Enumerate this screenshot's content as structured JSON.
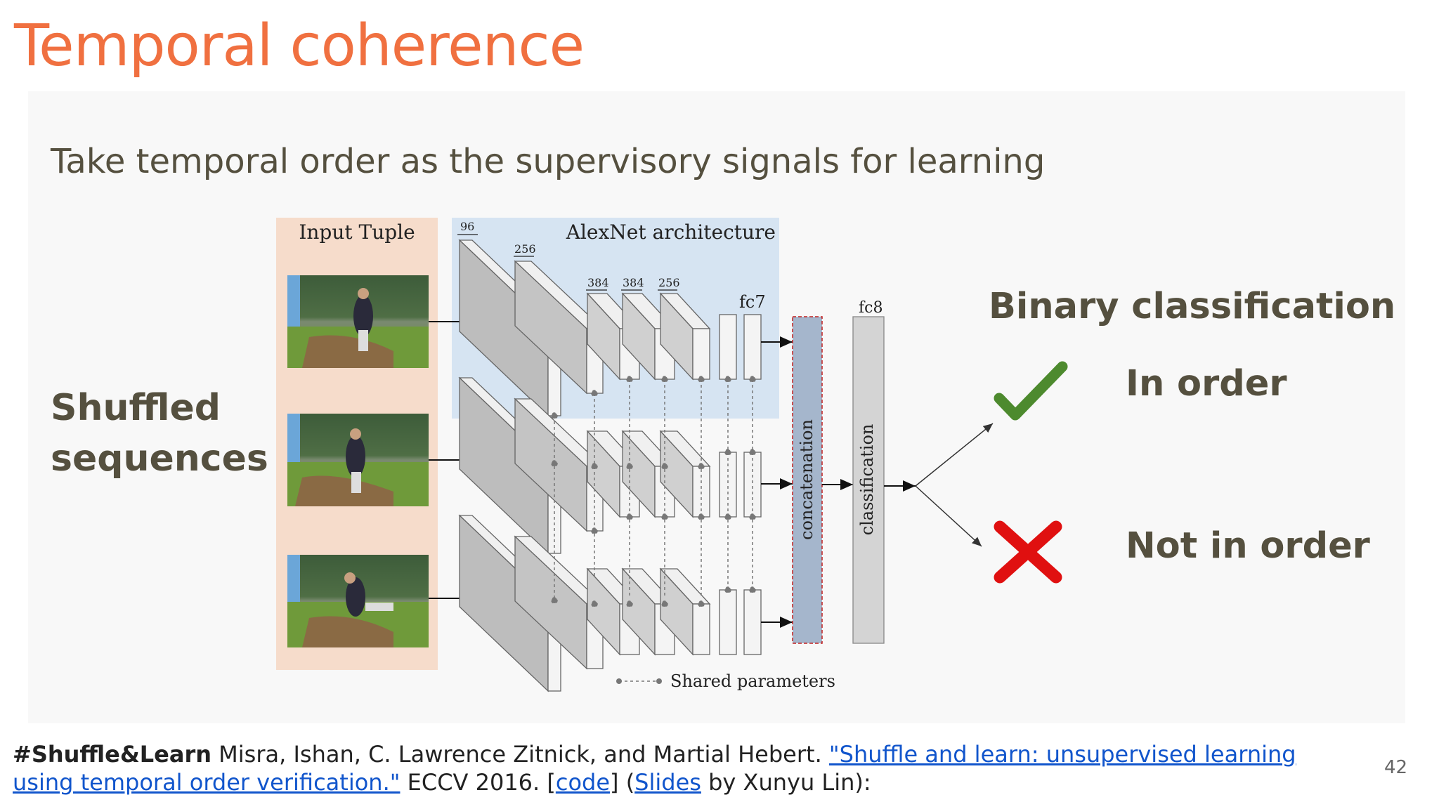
{
  "slide": {
    "title": "Temporal coherence",
    "subtitle": "Take temporal order as the supervisory signals for learning",
    "left_label_line1": "Shuffled",
    "left_label_line2": "sequences",
    "binary_label": "Binary classification",
    "in_order_label": "In order",
    "not_in_order_label": "Not in order",
    "page_number": "42"
  },
  "diagram": {
    "input_tuple_label": "Input Tuple",
    "alexnet_label": "AlexNet architecture",
    "dim_96": "96",
    "dim_256a": "256",
    "dim_384a": "384",
    "dim_384b": "384",
    "dim_256b": "256",
    "fc7_label": "fc7",
    "fc8_label": "fc8",
    "concat_label": "concatenation",
    "classification_label": "classification",
    "shared_params_label": "Shared parameters",
    "check_icon": "check-icon",
    "cross_icon": "cross-icon"
  },
  "footer": {
    "tag": "#Shuffle&Learn",
    "authors": " Misra, Ishan, C. Lawrence Zitnick, and Martial Hebert. ",
    "paper_link": "\"Shuffle and learn: unsupervised learning using temporal order verification.\"",
    "venue": " ECCV 2016. [",
    "code_link": "code",
    "mid": "] (",
    "slides_link": "Slides",
    "tail": " by Xunyu Lin):"
  }
}
